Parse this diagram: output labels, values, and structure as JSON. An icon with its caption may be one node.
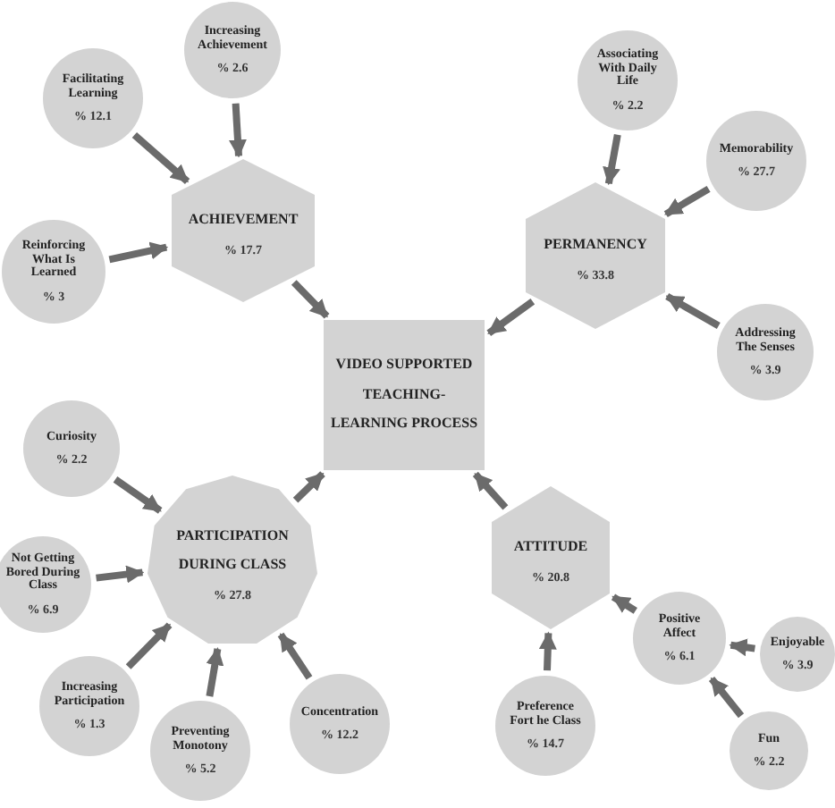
{
  "diagram": {
    "nodes": [
      {
        "text": [
          "Increasing Achievement",
          "% 2.6"
        ]
      },
      {
        "text": [
          "Facilitating Learning",
          "% 12.1"
        ]
      },
      {
        "text": [
          "ACHIEVEMENT",
          "% 17.7"
        ]
      },
      {
        "text": [
          "Associating With Daily Life",
          "% 2.2"
        ]
      },
      {
        "text": [
          "Memorability",
          "% 27.7"
        ]
      },
      {
        "text": [
          "PERMANENCY",
          "% 33.8"
        ]
      },
      {
        "text": [
          "Reinforcing What Is Learned",
          "% 3"
        ]
      },
      {
        "text": [
          "VIDEO SUPPORTED TEACHING-LEARNING PROCESS"
        ]
      },
      {
        "text": [
          "Addressing The Senses",
          "% 3.9"
        ]
      },
      {
        "text": [
          "Curiosity",
          "% 2.2"
        ]
      },
      {
        "text": [
          "PARTICIPATION DURING CLASS",
          "% 27.8"
        ]
      },
      {
        "text": [
          "Not Getting Bored During Class",
          "% 6.9"
        ]
      },
      {
        "text": [
          "ATTITUDE",
          "% 20.8"
        ]
      },
      {
        "text": [
          "Positive Affect",
          "% 6.1"
        ]
      },
      {
        "text": [
          "Enjoyable",
          "% 3.9"
        ]
      },
      {
        "text": [
          "Increasing Participation",
          "% 1.3"
        ]
      },
      {
        "text": [
          "Preventing Monotony",
          "% 5.2"
        ]
      },
      {
        "text": [
          "Concentration",
          "% 12.2"
        ]
      },
      {
        "text": [
          "Preference Fort he Class",
          "% 14.7"
        ]
      },
      {
        "text": [
          "Fun",
          "% 2.2"
        ]
      }
    ],
    "edges": [
      {
        "from": 0,
        "to": 2,
        "arrow": "to"
      },
      {
        "from": 1,
        "to": 2,
        "arrow": "to"
      },
      {
        "from": 6,
        "to": 2,
        "arrow": "to"
      },
      {
        "from": 2,
        "to": 7,
        "arrow": "to"
      },
      {
        "from": 3,
        "to": 5,
        "arrow": "to"
      },
      {
        "from": 4,
        "to": 5,
        "arrow": "to"
      },
      {
        "from": 8,
        "to": 5,
        "arrow": "to"
      },
      {
        "from": 5,
        "to": 7,
        "arrow": "to"
      },
      {
        "from": 9,
        "to": 10,
        "arrow": "to"
      },
      {
        "from": 11,
        "to": 10,
        "arrow": "to"
      },
      {
        "from": 15,
        "to": 10,
        "arrow": "to"
      },
      {
        "from": 16,
        "to": 10,
        "arrow": "to"
      },
      {
        "from": 17,
        "to": 10,
        "arrow": "to"
      },
      {
        "from": 10,
        "to": 7,
        "arrow": "to"
      },
      {
        "from": 18,
        "to": 12,
        "arrow": "to"
      },
      {
        "from": 13,
        "to": 12,
        "arrow": "to"
      },
      {
        "from": 14,
        "to": 13,
        "arrow": "to"
      },
      {
        "from": 19,
        "to": 13,
        "arrow": "to"
      },
      {
        "from": 12,
        "to": 7,
        "arrow": "to"
      }
    ]
  }
}
